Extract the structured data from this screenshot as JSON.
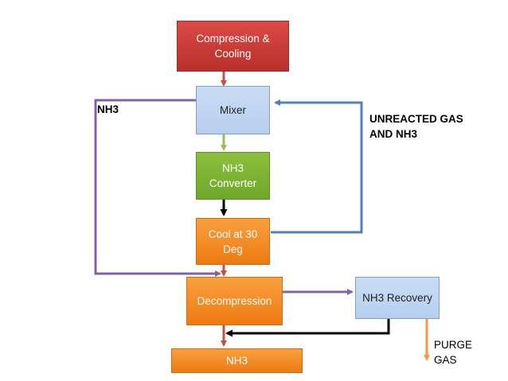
{
  "nodes": {
    "compression": "Compression &\nCooling",
    "mixer": "Mixer",
    "converter": "NH3\nConverter",
    "cool": "Cool at 30\nDeg",
    "decompression": "Decompression",
    "recovery": "NH3 Recovery",
    "product": "NH3"
  },
  "labels": {
    "nh3_recycle": "NH3",
    "unreacted": "UNREACTED GAS\nAND NH3",
    "purge": "PURGE\nGAS"
  },
  "colors": {
    "box_red": "#c83a36",
    "box_blue": "#c5d9f1",
    "box_green": "#7ab535",
    "box_orange": "#f58a20",
    "arrow_red": "#c0504d",
    "arrow_green": "#9bbb59",
    "arrow_black": "#000000",
    "arrow_purple": "#8064a2",
    "arrow_blue": "#4f81bd",
    "arrow_orange": "#f79646"
  }
}
